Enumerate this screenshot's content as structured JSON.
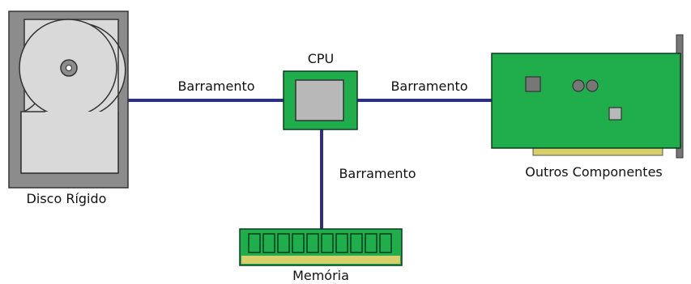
{
  "colors": {
    "bus": "#2c2f86",
    "component_green": "#1fae4b",
    "component_outline": "#0d3b1e",
    "chip_gray": "#b8b8b8",
    "dark_gray": "#777777",
    "disk_frame": "#8c8c8c",
    "disk_face": "#d9d9d9",
    "gold": "#d6d06a"
  },
  "labels": {
    "cpu": "CPU",
    "bus_left": "Barramento",
    "bus_right": "Barramento",
    "bus_bottom": "Barramento",
    "hard_disk": "Disco Rígido",
    "other_components": "Outros Componentes",
    "memory": "Memória"
  }
}
